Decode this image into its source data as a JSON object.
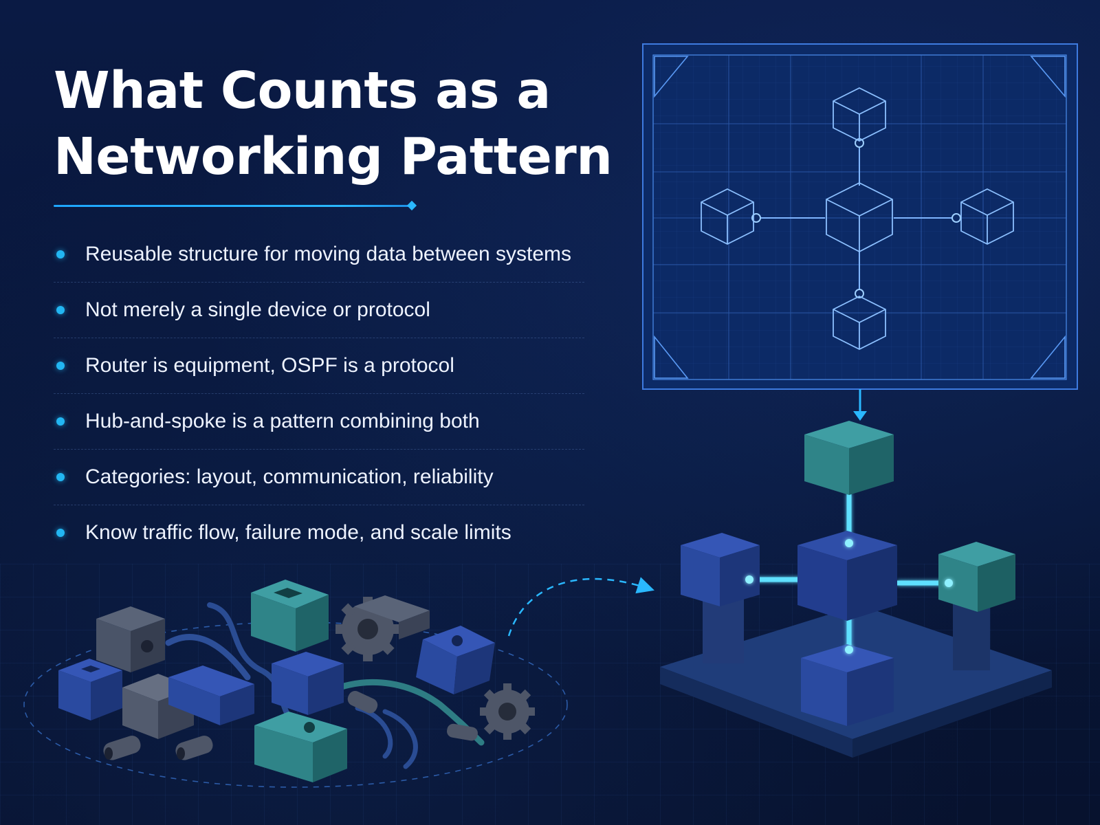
{
  "title": {
    "line1": "What Counts as a",
    "line2": "Networking Pattern"
  },
  "bullets": [
    "Reusable structure for moving data between systems",
    "Not merely a single device or protocol",
    "Router is equipment, OSPF is a protocol",
    "Hub-and-spoke is a pattern combining both",
    "Categories: layout, communication, reliability",
    "Know traffic flow, failure mode, and scale limits"
  ],
  "colors": {
    "background": "#08163a",
    "accent": "#22b6f2",
    "blueprint_line": "#4d8ef0",
    "block_blue": "#2a4fa8",
    "block_teal": "#2e8a8f",
    "block_gray": "#4a5468"
  }
}
